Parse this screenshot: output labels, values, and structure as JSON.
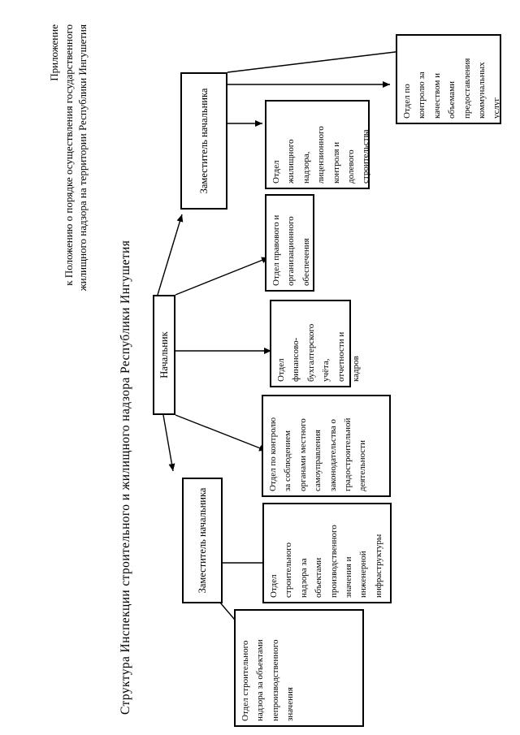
{
  "header": {
    "line1": "Приложение",
    "line2": "к Положению о порядке осуществления государственного",
    "line3": "жилищного надзора на территории Республики Ингушетия"
  },
  "title": "Структура Инспекции строительного и жилищного надзора Республики Ингушетия",
  "org": {
    "chief": {
      "label": "Начальник"
    },
    "deputy_right": {
      "label": "Заместитель начальника"
    },
    "deputy_left": {
      "label": "Заместитель начальника"
    },
    "dept_housing": {
      "label": "Отдел\nжилищного\nнадзора,\nлицензионного\nконтроля и\nдолевого\nстроительства"
    },
    "dept_quality": {
      "label": "Отдел по\nконтролю за\nкачеством и\nобъемами\nпредоставления\nкоммунальных\nуслуг"
    },
    "dept_legal": {
      "label": "Отдел правового и\nорганизационного\nобеспечения"
    },
    "dept_finance": {
      "label": "Отдел\nфинансово-\nбухгалтерского\nучёта,\nотчетности и\nкадров"
    },
    "dept_compliance": {
      "label": "Отдел по контролю\nза соблюдением\nорганами местного\nсамоуправления\nзаконодательства о\nградостроительной\nдеятельности"
    },
    "dept_industrial": {
      "label": "Отдел\nстроительного\nнадзора за\nобъектами\nпроизводственного\nзначения и\nинженерной\nинфраструктуры"
    },
    "dept_nonindustrial": {
      "label": "Отдел строительного\nнадзора за объектами\nнепроизводственного\nзначения"
    }
  },
  "colors": {
    "line": "#000000",
    "background": "#ffffff",
    "text": "#000000"
  }
}
